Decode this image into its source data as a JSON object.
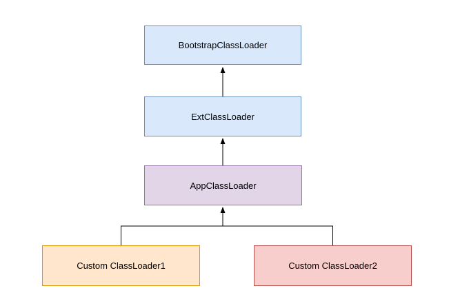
{
  "background": "#ffffff",
  "edge_color": "#000000",
  "nodes": [
    {
      "id": "bootstrap-classloader",
      "label": "BootstrapClassLoader",
      "fill": "#dae8fc",
      "border": "#6c8ebf"
    },
    {
      "id": "ext-classloader",
      "label": "ExtClassLoader",
      "fill": "#dae8fc",
      "border": "#6c8ebf"
    },
    {
      "id": "app-classloader",
      "label": "AppClassLoader",
      "fill": "#e1d5e7",
      "border": "#9673a6"
    },
    {
      "id": "custom-classloader-1",
      "label": "Custom ClassLoader1",
      "fill": "#ffe6cc",
      "border": "#d79b00"
    },
    {
      "id": "custom-classloader-2",
      "label": "Custom ClassLoader2",
      "fill": "#f8cecc",
      "border": "#b85450"
    }
  ],
  "edges": [
    {
      "from": "ext-classloader",
      "to": "bootstrap-classloader",
      "direction": "up"
    },
    {
      "from": "app-classloader",
      "to": "ext-classloader",
      "direction": "up"
    },
    {
      "from": "custom-classloader-1",
      "to": "app-classloader",
      "direction": "up"
    },
    {
      "from": "custom-classloader-2",
      "to": "app-classloader",
      "direction": "up"
    }
  ]
}
